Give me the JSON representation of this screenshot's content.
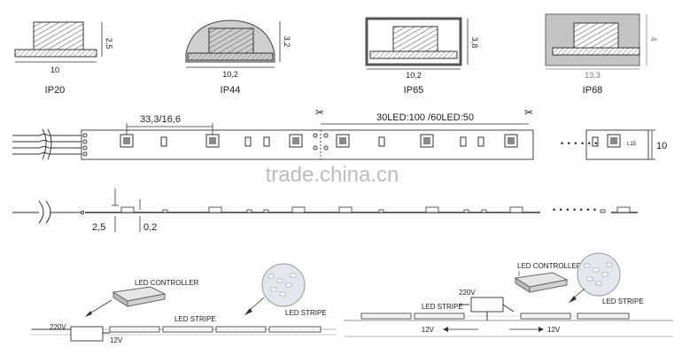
{
  "ip_profiles": [
    {
      "rating": "IP20",
      "width": "10",
      "height": "2,5"
    },
    {
      "rating": "IP44",
      "width": "10,2",
      "height": "3,2"
    },
    {
      "rating": "IP65",
      "width": "10,2",
      "height": "3,8"
    },
    {
      "rating": "IP68",
      "width": "13,3",
      "height": "4"
    }
  ],
  "strip": {
    "led_pitch": "33,3/16,6",
    "cut_length": "30LED:100 /60LED:50",
    "width": "10",
    "chip_label": "L15",
    "continuation": "• • • • • •"
  },
  "side_view": {
    "thickness": "2,5",
    "pcb_thickness": "0,2",
    "continuation": "• • • • • • •"
  },
  "watermark": "trade.china.cn",
  "wiring_left": {
    "controller": "LED CONTROLLER",
    "stripe_1": "LED STRIPE",
    "stripe_2": "LED STRIPE",
    "input_voltage": "220V",
    "output_voltage": "12V"
  },
  "wiring_right": {
    "controller": "LED CONTROLLER",
    "stripe_1": "LED STRIPE",
    "stripe_2": "LED STRIPE",
    "input_voltage": "220V",
    "output_voltage_left": "12V",
    "output_voltage_right": "12V"
  },
  "colors": {
    "line": "#333333",
    "hatch": "#555555",
    "grey_fill": "#c8c8c8",
    "watermark": "#bdbdbd"
  }
}
